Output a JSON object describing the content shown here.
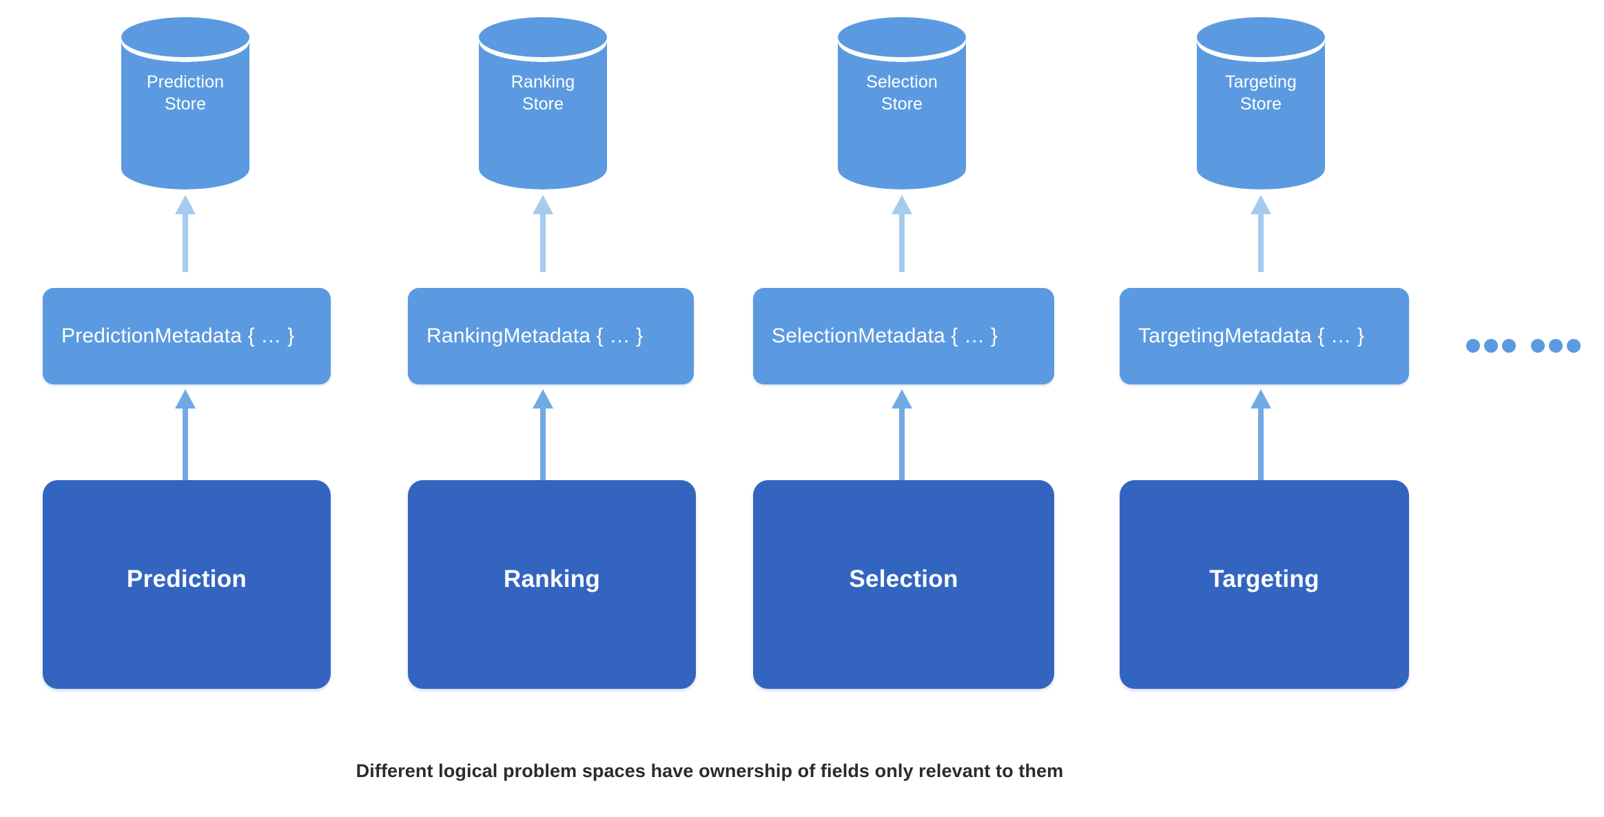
{
  "diagram": {
    "caption": "Different logical problem spaces have ownership of fields only relevant to them",
    "colors": {
      "light_blue": "#5b9ae0",
      "dark_blue": "#3365c0",
      "arrow_light": "#a6cbf0",
      "arrow_mid": "#71a9e5",
      "background": "#ffffff",
      "caption_text": "#2b2b2b",
      "box_text": "#ffffff"
    },
    "columns": [
      {
        "store_line1": "Prediction",
        "store_line2": "Store",
        "metadata_label": "PredictionMetadata { … }",
        "domain_label": "Prediction"
      },
      {
        "store_line1": "Ranking",
        "store_line2": "Store",
        "metadata_label": "RankingMetadata { … }",
        "domain_label": "Ranking"
      },
      {
        "store_line1": "Selection",
        "store_line2": "Store",
        "metadata_label": "SelectionMetadata { … }",
        "domain_label": "Selection"
      },
      {
        "store_line1": "Targeting",
        "store_line2": "Store",
        "metadata_label": "TargetingMetadata { … }",
        "domain_label": "Targeting"
      }
    ],
    "ellipsis": {
      "group_count": 2,
      "dots_per_group": 3
    }
  }
}
